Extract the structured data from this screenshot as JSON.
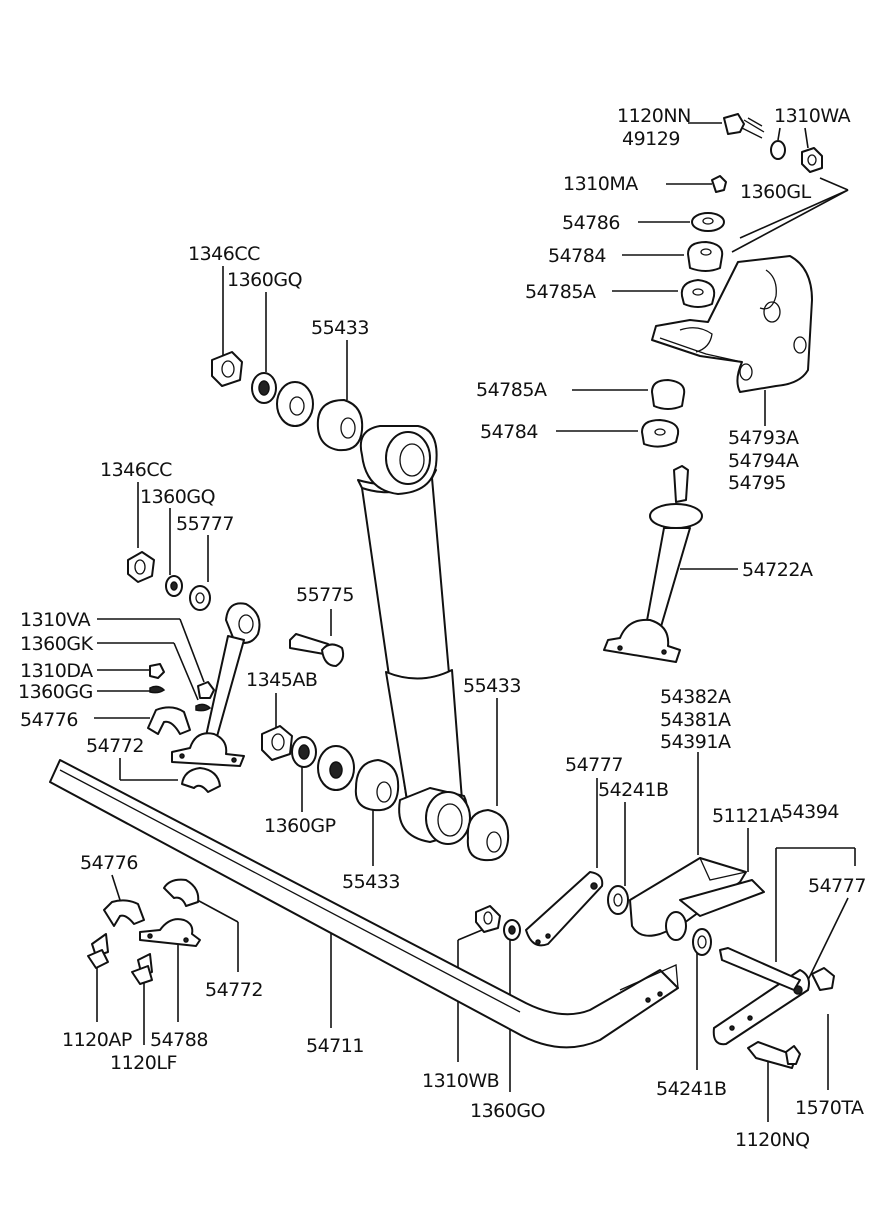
{
  "diagram": {
    "labels": {
      "p1120NN": "1120NN",
      "p49129": "49129",
      "p1310WA": "1310WA",
      "p1310MA": "1310MA",
      "p1360GL": "1360GL",
      "p54786": "54786",
      "p54784_top": "54784",
      "p54785A_top": "54785A",
      "p1346CC_top": "1346CC",
      "p1360GQ_top": "1360GQ",
      "p55433_top": "55433",
      "p54785A_mid": "54785A",
      "p54784_mid": "54784",
      "p54793A": "54793A",
      "p54794A": "54794A",
      "p54795": "54795",
      "p1346CC_left": "1346CC",
      "p1360GQ_left": "1360GQ",
      "p55777_left": "55777",
      "p54722A": "54722A",
      "p55775": "55775",
      "p1310VA": "1310VA",
      "p1360GK": "1360GK",
      "p1310DA": "1310DA",
      "p1360GG": "1360GG",
      "p54776_left": "54776",
      "p1345AB": "1345AB",
      "p55433_right": "55433",
      "p54382A": "54382A",
      "p54381A": "54381A",
      "p54391A": "54391A",
      "p54772_left": "54772",
      "p54777_mid": "54777",
      "p54241B_top": "54241B",
      "p51121A": "51121A",
      "p54394": "54394",
      "p1360GP": "1360GP",
      "p55433_bottom": "55433",
      "p54776_bottom": "54776",
      "p54777_right": "54777",
      "p54772_bottom": "54772",
      "p54711": "54711",
      "p1120AP": "1120AP",
      "p54788": "54788",
      "p1120LF": "1120LF",
      "p1310WB": "1310WB",
      "p1360GO": "1360GO",
      "p54241B_bottom": "54241B",
      "p1570TA": "1570TA",
      "p1120NQ": "1120NQ"
    }
  }
}
